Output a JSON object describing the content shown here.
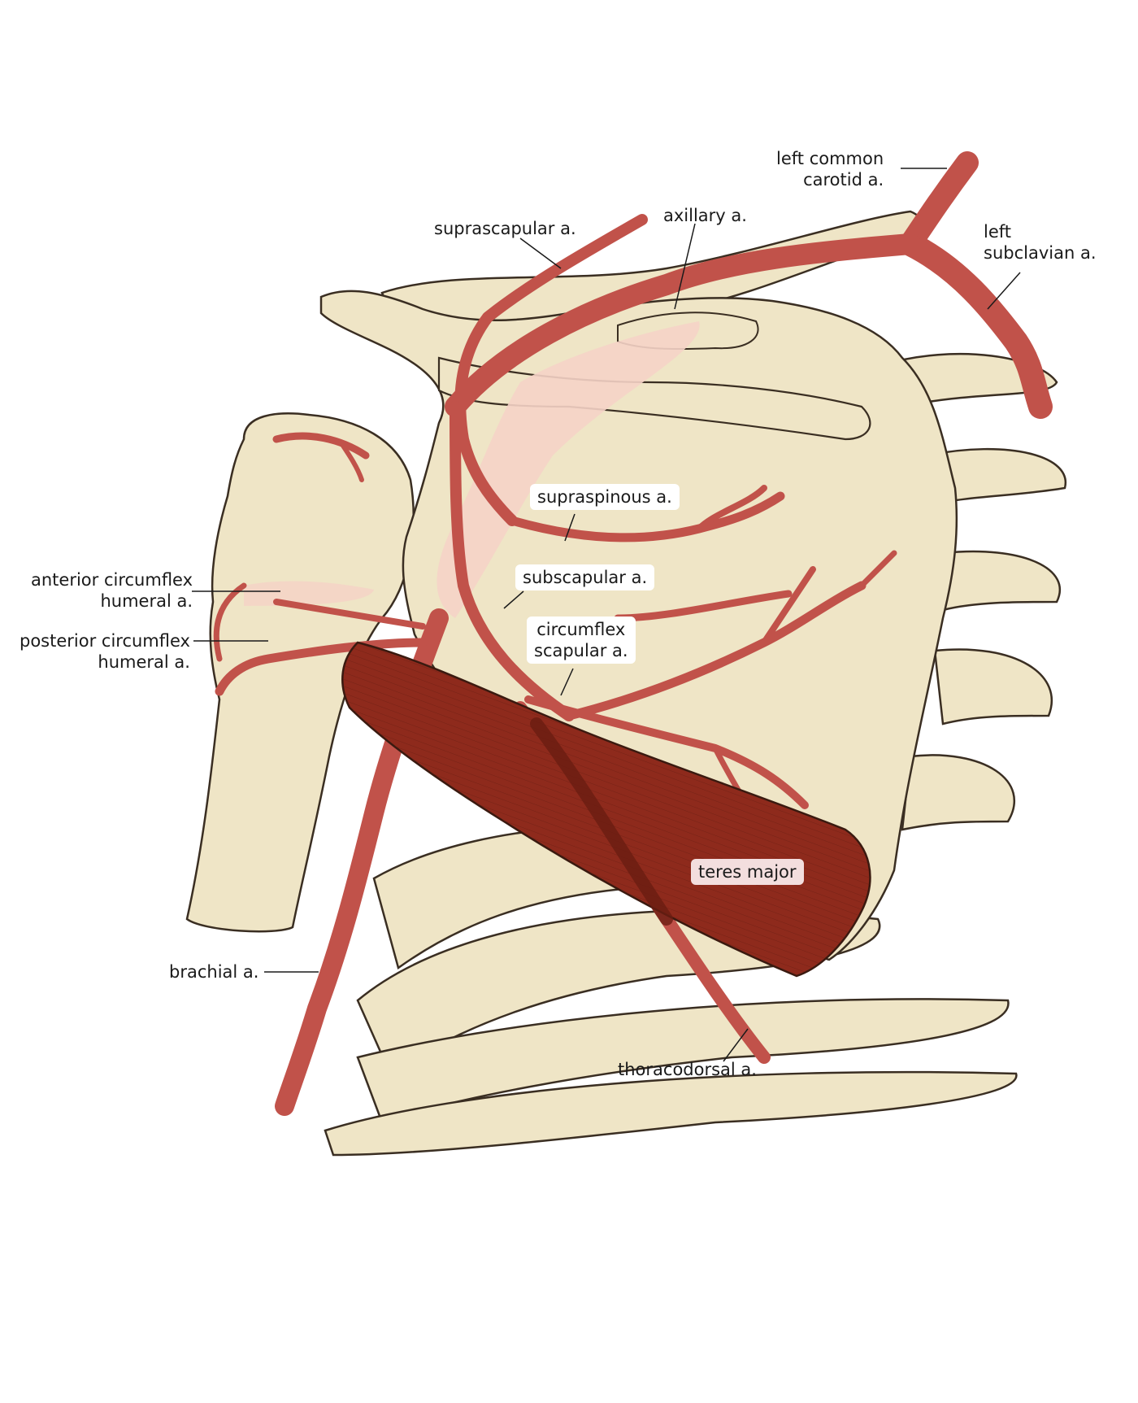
{
  "labels": {
    "left_common_carotid": [
      "left common",
      "carotid a."
    ],
    "axillary": "axillary a.",
    "suprascapular": "suprascapular a.",
    "left_subclavian": [
      "left",
      "subclavian a."
    ],
    "supraspinous": "supraspinous a.",
    "subscapular": "subscapular a.",
    "anterior_circumflex_humeral": [
      "anterior circumflex",
      "humeral a."
    ],
    "posterior_circumflex_humeral": [
      "posterior circumflex",
      "humeral a."
    ],
    "circumflex_scapular": [
      "circumflex",
      "scapular a."
    ],
    "teres_major": "teres major",
    "brachial": "brachial a.",
    "thoracodorsal": "thoracodorsal a."
  },
  "colors": {
    "bone": "#efe5c6",
    "bone_outline": "#3a2e22",
    "artery": "#c1524a",
    "muscle": "#8e2a1c",
    "cartilage": "#f5d3c6"
  }
}
